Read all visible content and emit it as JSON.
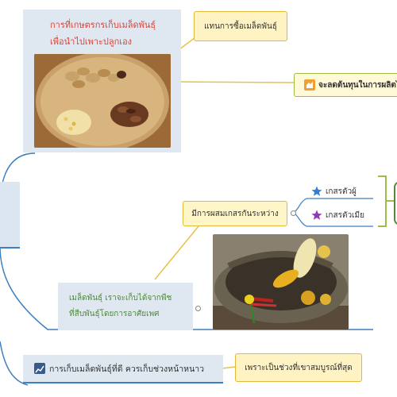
{
  "nodes": {
    "seed_keeping": {
      "title_line1": "การที่เกษตรกรเก็บเมล็ดพันธุ์",
      "title_line2": "เพื่อนำไปเพาะปลูกเอง"
    },
    "buy_seed_note": "แทนการซื้อเมล็ดพันธุ์",
    "reduce_cost_note": "จะลดต้นทุนในการผลิตไ",
    "cross_pollination": "มีการผสมเกสรกันระหว่าง",
    "male_pollen": "เกสรตัวผู้",
    "female_pollen": "เกสรตัวเมีย",
    "sexual_seed": {
      "line1": "เมล็ดพันธุ์ เราจะเก็บได้จากพืช",
      "line2": "ที่สืบพันธุ์โดยการอาศัยเพศ"
    },
    "collect_time": "การเก็บเมล็ดพันธุ์ที่ดี ควรเก็บช่วงหน้าหนาว",
    "collect_reason": "เพราะเป็นช่วงที่เขาสมบูรณ์ที่สุด"
  },
  "icons": {
    "hand": "hand-icon",
    "star_blue": "star-icon",
    "star_purple": "star-icon",
    "chart": "chart-icon"
  },
  "colors": {
    "node_blue": "#dce6f0",
    "accent_blue": "#3f7fbf",
    "title_red": "#d9453a",
    "note_yellow_border": "#e3b93a",
    "note_green_border": "#9bbd4a",
    "connector_yellow": "#e8c24a",
    "text_green": "#4f8a3a"
  }
}
